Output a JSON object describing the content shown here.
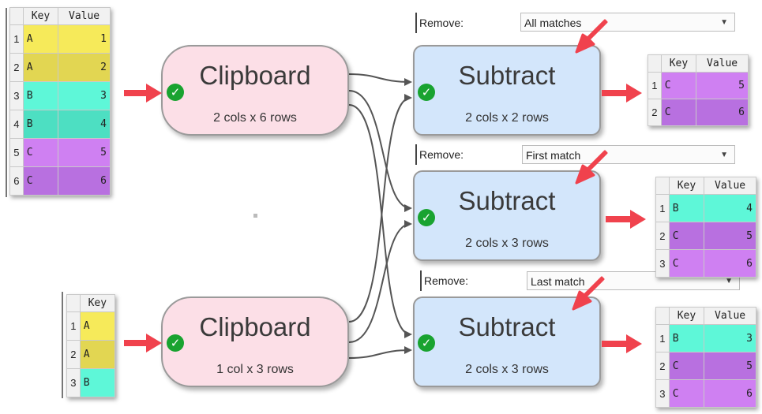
{
  "colors": {
    "yellow": "#f6ea5a",
    "yellow_dark": "#e2d652",
    "teal": "#5ef7d8",
    "teal_dark": "#4ddfc2",
    "purple": "#cf80f2",
    "purple_dark": "#b870e0",
    "clipboard_bg": "#fcdfe7",
    "subtract_bg": "#d3e6fb",
    "arrow_red": "#f0424d",
    "check_green": "#19a330"
  },
  "input_table_1": {
    "headers": [
      "Key",
      "Value"
    ],
    "rows": [
      {
        "n": "1",
        "key": "A",
        "value": "1",
        "color": "yellow"
      },
      {
        "n": "2",
        "key": "A",
        "value": "2",
        "color": "yellow_dark"
      },
      {
        "n": "3",
        "key": "B",
        "value": "3",
        "color": "teal"
      },
      {
        "n": "4",
        "key": "B",
        "value": "4",
        "color": "teal_dark"
      },
      {
        "n": "5",
        "key": "C",
        "value": "5",
        "color": "purple"
      },
      {
        "n": "6",
        "key": "C",
        "value": "6",
        "color": "purple_dark"
      }
    ]
  },
  "input_table_2": {
    "headers": [
      "Key"
    ],
    "rows": [
      {
        "n": "1",
        "key": "A",
        "color": "yellow"
      },
      {
        "n": "2",
        "key": "A",
        "color": "yellow_dark"
      },
      {
        "n": "3",
        "key": "B",
        "color": "teal"
      }
    ]
  },
  "clipboard_1": {
    "title": "Clipboard",
    "info": "2 cols x 6 rows"
  },
  "clipboard_2": {
    "title": "Clipboard",
    "info": "1 col x 3 rows"
  },
  "subtract_1": {
    "title": "Subtract",
    "info": "2 cols x 2 rows",
    "remove_label": "Remove:",
    "remove_value": "All matches"
  },
  "subtract_2": {
    "title": "Subtract",
    "info": "2 cols x 3 rows",
    "remove_label": "Remove:",
    "remove_value": "First match"
  },
  "subtract_3": {
    "title": "Subtract",
    "info": "2 cols x 3 rows",
    "remove_label": "Remove:",
    "remove_value": "Last match"
  },
  "output_table_1": {
    "headers": [
      "Key",
      "Value"
    ],
    "rows": [
      {
        "n": "1",
        "key": "C",
        "value": "5",
        "color": "purple"
      },
      {
        "n": "2",
        "key": "C",
        "value": "6",
        "color": "purple_dark"
      }
    ]
  },
  "output_table_2": {
    "headers": [
      "Key",
      "Value"
    ],
    "rows": [
      {
        "n": "1",
        "key": "B",
        "value": "4",
        "color": "teal"
      },
      {
        "n": "2",
        "key": "C",
        "value": "5",
        "color": "purple_dark"
      },
      {
        "n": "3",
        "key": "C",
        "value": "6",
        "color": "purple"
      }
    ]
  },
  "output_table_3": {
    "headers": [
      "Key",
      "Value"
    ],
    "rows": [
      {
        "n": "1",
        "key": "B",
        "value": "3",
        "color": "teal"
      },
      {
        "n": "2",
        "key": "C",
        "value": "5",
        "color": "purple_dark"
      },
      {
        "n": "3",
        "key": "C",
        "value": "6",
        "color": "purple"
      }
    ]
  },
  "icons": {
    "check": "check-icon",
    "arrow": "red-arrow-icon",
    "dropdown": "chevron-down-icon"
  }
}
